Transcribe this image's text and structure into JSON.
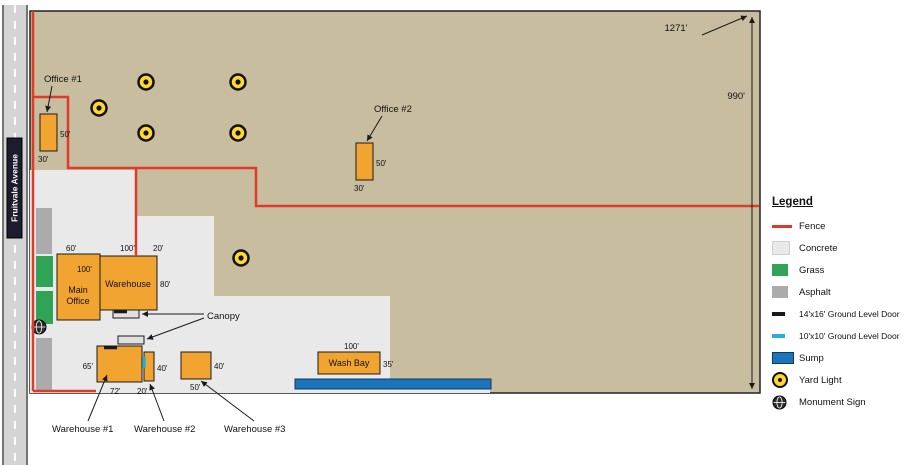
{
  "site": {
    "road_name": "Fruitvale Avenue",
    "width_label": "1271'",
    "height_label": "990'"
  },
  "buildings": {
    "office1": {
      "name": "Office #1",
      "height": "50'",
      "width": "30'"
    },
    "office2": {
      "name": "Office #2",
      "height": "50'",
      "width": "30'"
    },
    "main_office": {
      "name_line1": "Main",
      "name_line2": "Office",
      "width": "60'",
      "height": "100'"
    },
    "warehouse": {
      "name": "Warehouse",
      "width": "100'",
      "side_gap": "20'",
      "height": "80'"
    },
    "warehouse1": {
      "name": "Warehouse #1",
      "height": "65'",
      "width": "72'",
      "side_gap": "20'"
    },
    "warehouse2": {
      "name": "Warehouse #2",
      "width": "40'"
    },
    "warehouse3": {
      "name": "Warehouse #3",
      "width": "40'",
      "height": "50'"
    },
    "wash_bay": {
      "name": "Wash Bay",
      "width": "100'",
      "height": "35'"
    },
    "canopy": {
      "name": "Canopy"
    }
  },
  "legend": {
    "title": "Legend",
    "items": [
      {
        "name": "fence",
        "label": "Fence"
      },
      {
        "name": "concrete",
        "label": "Concrete"
      },
      {
        "name": "grass",
        "label": "Grass"
      },
      {
        "name": "asphalt",
        "label": "Asphalt"
      },
      {
        "name": "door-14x16",
        "label": "14'x16' Ground Level Door"
      },
      {
        "name": "door-10x10",
        "label": "10'x10' Ground Level Door"
      },
      {
        "name": "sump",
        "label": "Sump"
      },
      {
        "name": "yard-light",
        "label": "Yard Light"
      },
      {
        "name": "monument-sign",
        "label": "Monument Sign"
      }
    ]
  },
  "colors": {
    "fence": "#e03a2b",
    "concrete": "#e9e9e9",
    "grass": "#2fa356",
    "asphalt": "#ababab",
    "dirt": "#c8bd9e",
    "building": "#f2a431",
    "sump": "#1b75bb",
    "door_large": "#1a1a1a",
    "door_small": "#29abe2",
    "yard_light": "#ffd733"
  }
}
